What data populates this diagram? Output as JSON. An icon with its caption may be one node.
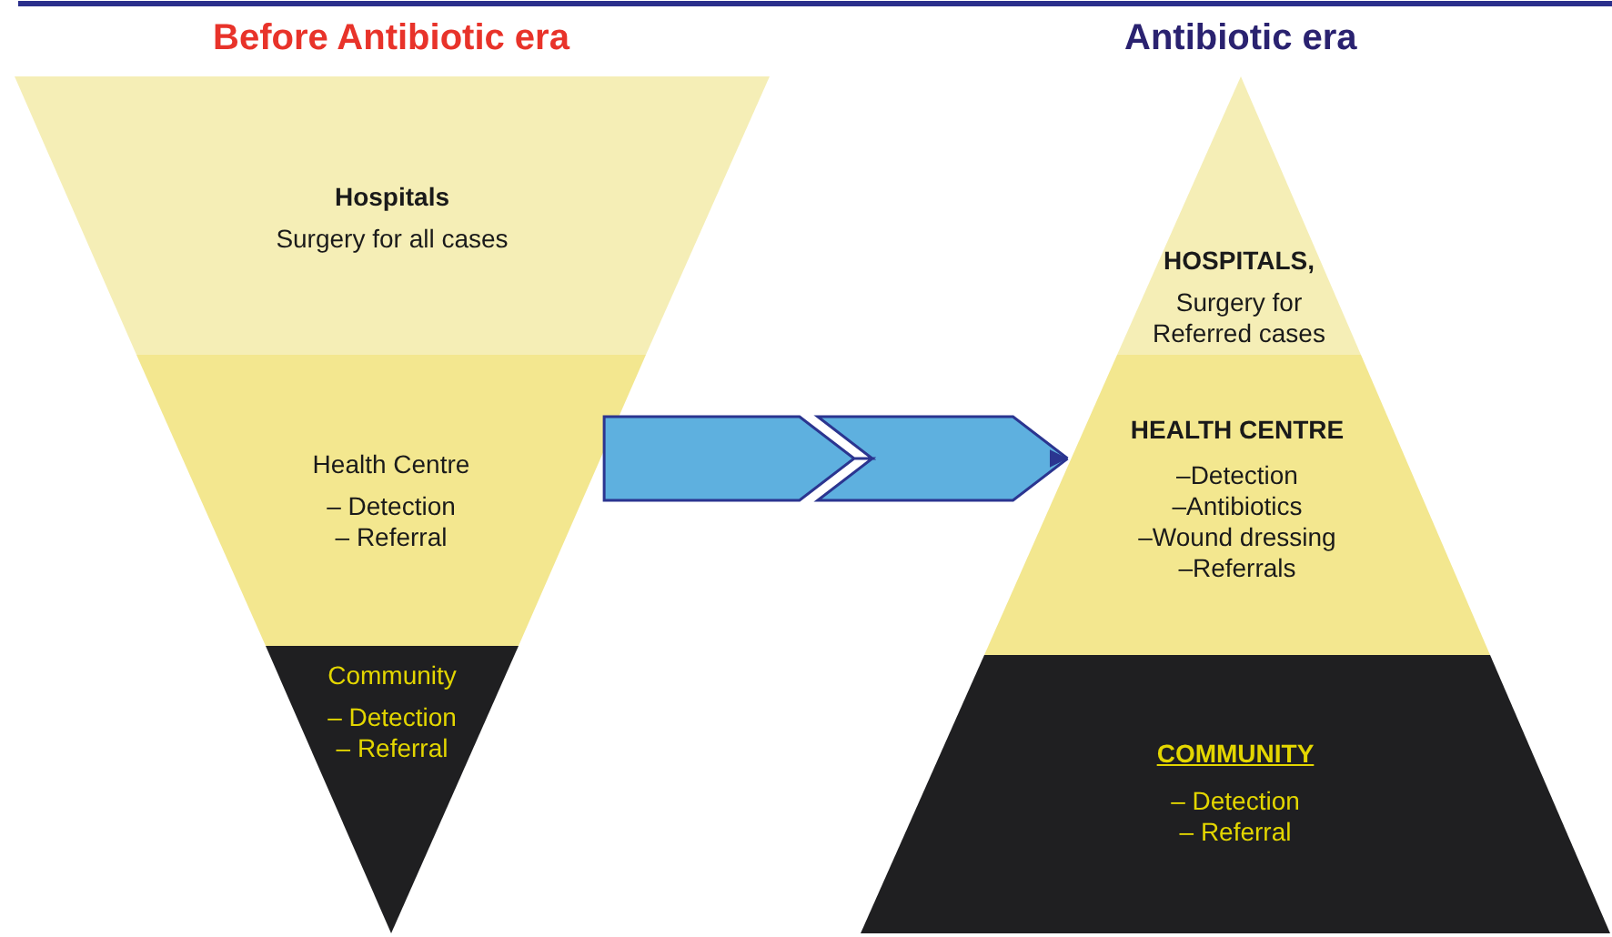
{
  "diagram": {
    "nodes": [
      {
        "text": [
          "Hospitals",
          "Surgery for all cases"
        ]
      },
      {
        "text": [
          "Health Centre",
          "– Detection",
          "– Referral"
        ]
      },
      {
        "text": [
          "Community",
          "– Detection",
          "– Referral"
        ]
      },
      {
        "text": [
          "HOSPITALS,",
          "Surgery for Referred cases"
        ]
      },
      {
        "text": [
          "HEALTH CENTRE",
          "–Detection",
          "–Antibiotics",
          "–Wound dressing",
          "–Referrals"
        ]
      },
      {
        "text": [
          "COMMUNITY",
          "– Detection",
          "– Referral"
        ]
      }
    ],
    "edges": [
      {
        "from": 1,
        "to": 4,
        "arrow": "to"
      }
    ],
    "labels": [
      "Before Antibiotic era",
      "Antibiotic era"
    ]
  }
}
